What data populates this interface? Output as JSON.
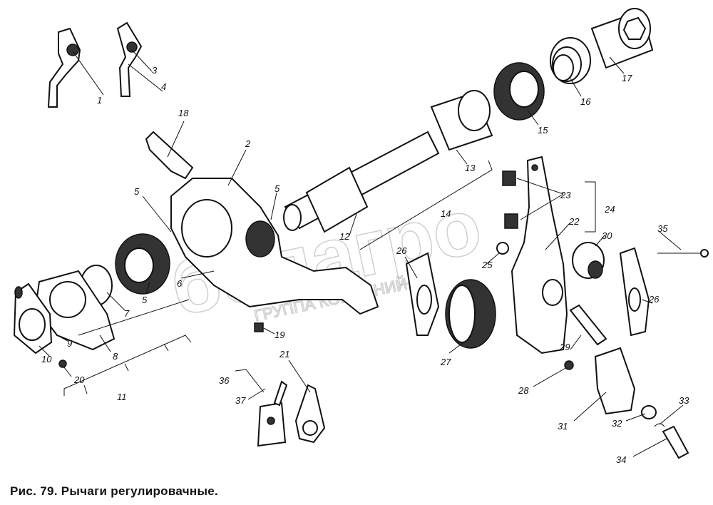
{
  "caption": "Рис. 79. Рычаги регулировачные.",
  "watermark": {
    "brand": "Белагро",
    "subtitle": "ГРУППА КОМПАНИЙ"
  },
  "labels": [
    "1",
    "3",
    "4",
    "18",
    "2",
    "5",
    "5",
    "5",
    "6",
    "7",
    "8",
    "9",
    "10",
    "20",
    "11",
    "12",
    "13",
    "14",
    "15",
    "16",
    "17",
    "19",
    "21",
    "36",
    "37",
    "23",
    "24",
    "22",
    "30",
    "35",
    "25",
    "26",
    "26",
    "27",
    "28",
    "29",
    "31",
    "32",
    "33",
    "34"
  ]
}
